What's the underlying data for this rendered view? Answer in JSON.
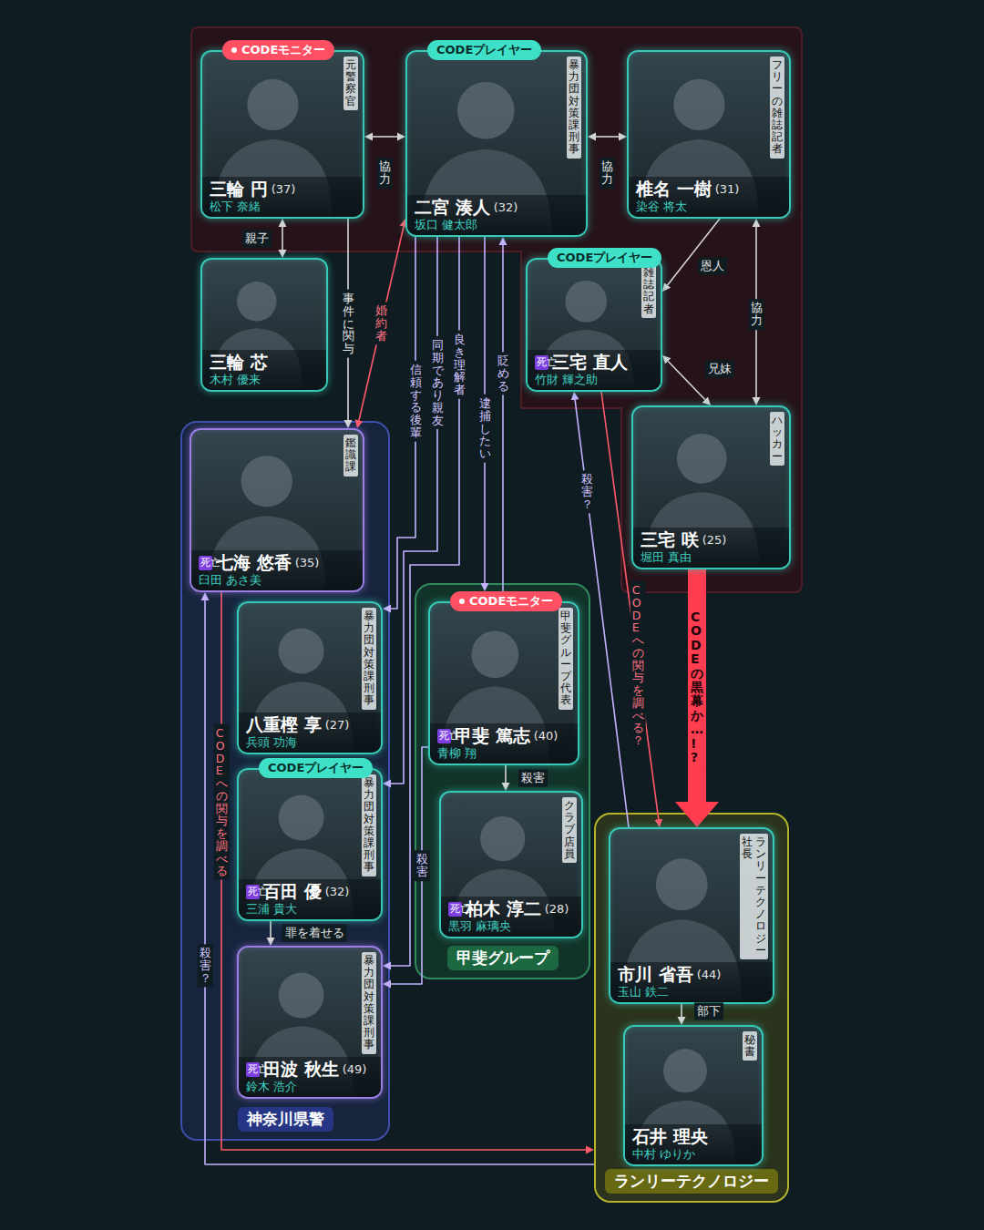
{
  "diagram": {
    "nodes": [
      {
        "text": [
          "CODEモニター",
          "元警察官",
          "三輪 円",
          "(37)",
          "松下 奈緒"
        ]
      },
      {
        "text": [
          "CODEプレイヤー",
          "暴力団対策課 刑事",
          "二宮 湊人",
          "(32)",
          "坂口 健太郎"
        ]
      },
      {
        "text": [
          "フリーの雑誌記者",
          "椎名 一樹",
          "(31)",
          "染谷 将太"
        ]
      },
      {
        "text": [
          "三輪 芯",
          "木村 優来"
        ]
      },
      {
        "text": [
          "CODEプレイヤー",
          "雑誌記者",
          "死亡",
          "三宅 直人",
          "竹財 輝之助"
        ]
      },
      {
        "text": [
          "ハッカー",
          "三宅 咲",
          "(25)",
          "堀田 真由"
        ]
      },
      {
        "text": [
          "神奈川県警"
        ]
      },
      {
        "text": [
          "鑑識課",
          "死亡",
          "七海 悠香",
          "(35)",
          "臼田 あさ美"
        ],
        "in": 6
      },
      {
        "text": [
          "暴力団対策課 刑事",
          "八重樫 享",
          "(27)",
          "兵頭 功海"
        ],
        "in": 6
      },
      {
        "text": [
          "CODEプレイヤー",
          "暴力団対策課 刑事",
          "死亡",
          "百田 優",
          "(32)",
          "三浦 貴大"
        ],
        "in": 6
      },
      {
        "text": [
          "暴力団対策課 刑事",
          "死亡",
          "田波 秋生",
          "(49)",
          "鈴木 浩介"
        ],
        "in": 6
      },
      {
        "text": [
          "甲斐グループ"
        ]
      },
      {
        "text": [
          "CODEモニター",
          "甲斐グループ 代表",
          "死亡",
          "甲斐 篤志",
          "(40)",
          "青柳 翔"
        ],
        "in": 11
      },
      {
        "text": [
          "クラブ店員",
          "死亡",
          "柏木 淳二",
          "(28)",
          "黒羽 麻璃央"
        ],
        "in": 11
      },
      {
        "text": [
          "ランリーテクノロジー"
        ]
      },
      {
        "text": [
          "ランリーテクノロジー 社長",
          "市川 省吾",
          "(44)",
          "玉山 鉄二"
        ],
        "in": 14
      },
      {
        "text": [
          "秘書",
          "石井 理央",
          "中村 ゆりか"
        ],
        "in": 14
      }
    ],
    "edges": [
      {
        "from": 0,
        "to": 1,
        "label": "協力",
        "arrow": "both"
      },
      {
        "from": 1,
        "to": 2,
        "label": "協力",
        "arrow": "both"
      },
      {
        "from": 0,
        "to": 3,
        "label": "親子",
        "arrow": "both"
      },
      {
        "from": 2,
        "to": 4,
        "label": "恩人",
        "arrow": "to"
      },
      {
        "from": 4,
        "to": 5,
        "label": "兄妹",
        "arrow": "both"
      },
      {
        "from": 2,
        "to": 5,
        "label": "協力",
        "arrow": "both"
      },
      {
        "from": 1,
        "to": 7,
        "label": "婚約者",
        "arrow": "both"
      },
      {
        "from": 0,
        "to": 7,
        "label": "事件に関与",
        "arrow": "to"
      },
      {
        "from": 1,
        "to": 8,
        "label": "信頼する後輩",
        "arrow": "to"
      },
      {
        "from": 1,
        "to": 9,
        "label": "同期であり親友",
        "arrow": "to"
      },
      {
        "from": 1,
        "to": 10,
        "label": "良き理解者",
        "arrow": "to"
      },
      {
        "from": 1,
        "to": 12,
        "label": "逮捕したい",
        "arrow": "to"
      },
      {
        "from": 12,
        "to": 1,
        "label": "貶める",
        "arrow": "to"
      },
      {
        "from": 12,
        "to": 13,
        "label": "殺害",
        "arrow": "to"
      },
      {
        "from": 12,
        "to": 10,
        "label": "殺害",
        "arrow": "to"
      },
      {
        "from": 9,
        "to": 10,
        "label": "罪を着せる",
        "arrow": "to"
      },
      {
        "from": 15,
        "to": 16,
        "label": "部下",
        "arrow": "to"
      },
      {
        "from": 5,
        "to": 15,
        "label": "CODEの黒幕か…!?",
        "arrow": "to"
      },
      {
        "from": 4,
        "to": 15,
        "label": "CODEへの関与を調べる？",
        "arrow": "to"
      },
      {
        "from": 15,
        "to": 4,
        "label": "殺害？",
        "arrow": "to"
      },
      {
        "from": 7,
        "to": 14,
        "label": "CODEへの関与を調べる",
        "arrow": "to"
      },
      {
        "from": 14,
        "to": 7,
        "label": "殺害？",
        "arrow": "to"
      }
    ]
  }
}
